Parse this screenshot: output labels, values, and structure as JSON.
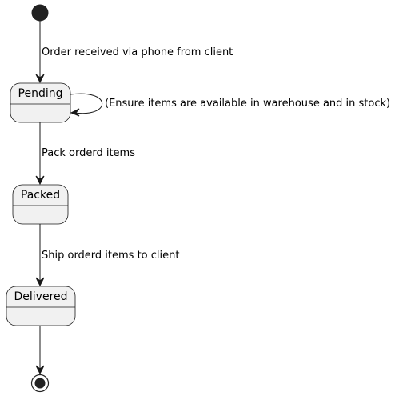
{
  "states": [
    {
      "id": "pending",
      "name": "Pending"
    },
    {
      "id": "packed",
      "name": "Packed"
    },
    {
      "id": "delivered",
      "name": "Delivered"
    }
  ],
  "transitions": [
    {
      "from": "start",
      "to": "pending",
      "label": "Order received via phone from client"
    },
    {
      "from": "pending",
      "to": "pending",
      "label": "(Ensure items are available in warehouse and in stock)"
    },
    {
      "from": "pending",
      "to": "packed",
      "label": "Pack orderd items"
    },
    {
      "from": "packed",
      "to": "delivered",
      "label": "Ship orderd items to client"
    },
    {
      "from": "delivered",
      "to": "end",
      "label": ""
    }
  ],
  "colors": {
    "state_fill": "#f1f1f1",
    "stroke": "#181818",
    "text": "#000000"
  }
}
